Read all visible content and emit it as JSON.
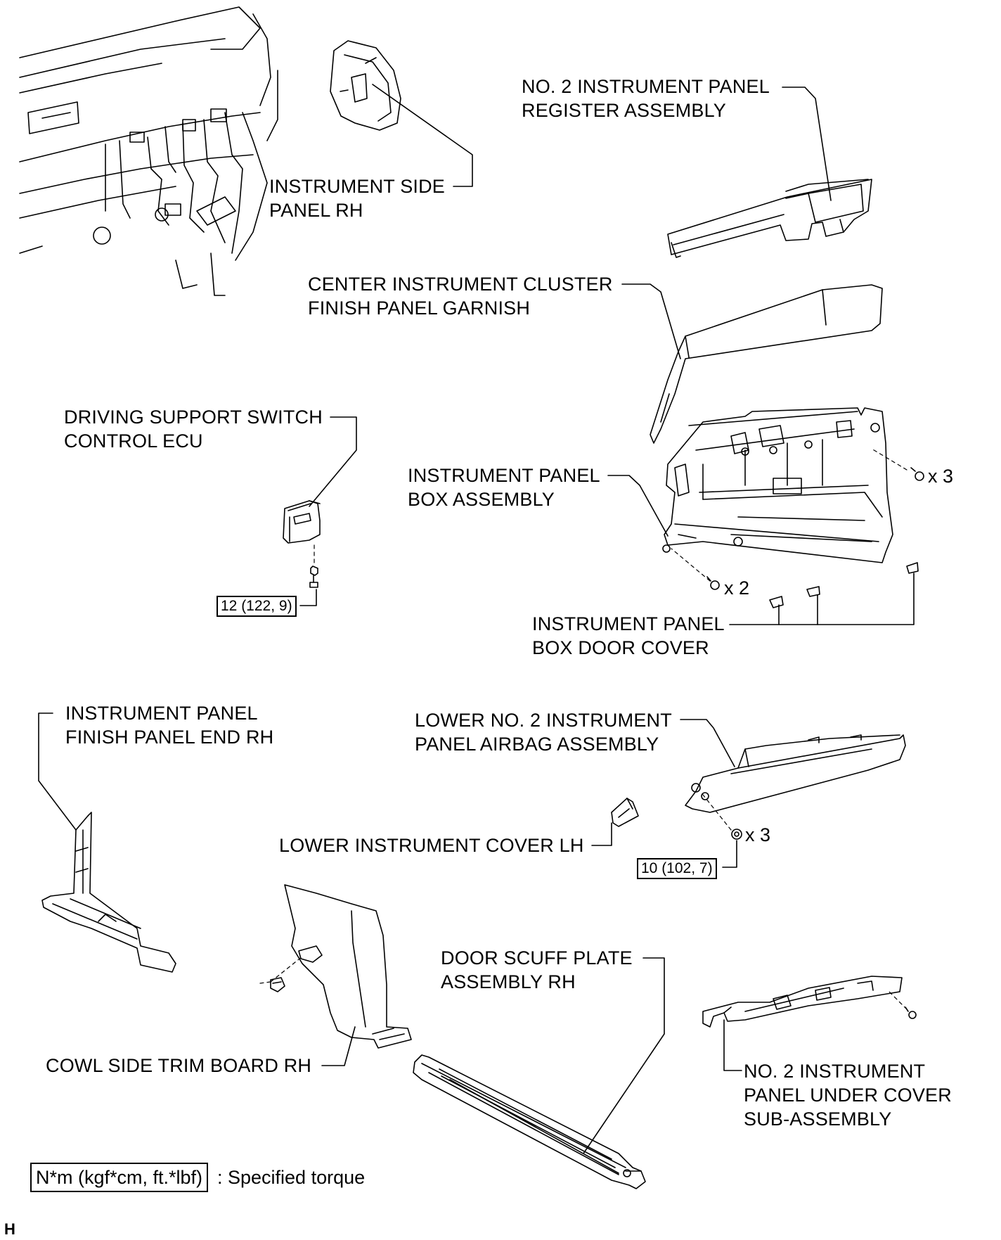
{
  "parts": {
    "instrument_side_panel_rh": {
      "line1": "INSTRUMENT SIDE",
      "line2": "PANEL RH"
    },
    "no2_register_assembly": {
      "line1": "NO. 2 INSTRUMENT PANEL",
      "line2": "REGISTER ASSEMBLY"
    },
    "center_cluster_garnish": {
      "line1": "CENTER INSTRUMENT CLUSTER",
      "line2": "FINISH PANEL GARNISH"
    },
    "driving_support_ecu": {
      "line1": "DRIVING SUPPORT SWITCH",
      "line2": "CONTROL ECU"
    },
    "instrument_panel_box": {
      "line1": "INSTRUMENT PANEL",
      "line2": "BOX ASSEMBLY"
    },
    "box_door_cover": {
      "line1": "INSTRUMENT PANEL",
      "line2": "BOX DOOR COVER"
    },
    "finish_panel_end_rh": {
      "line1": "INSTRUMENT PANEL",
      "line2": "FINISH PANEL END RH"
    },
    "lower_no2_airbag": {
      "line1": "LOWER NO. 2 INSTRUMENT",
      "line2": "PANEL AIRBAG ASSEMBLY"
    },
    "lower_cover_lh": {
      "line1": "LOWER INSTRUMENT COVER LH"
    },
    "door_scuff_plate": {
      "line1": "DOOR SCUFF PLATE",
      "line2": "ASSEMBLY RH"
    },
    "cowl_side_trim": {
      "line1": "COWL SIDE TRIM BOARD RH"
    },
    "no2_under_cover": {
      "line1": "NO. 2 INSTRUMENT",
      "line2": "PANEL UNDER COVER",
      "line3": "SUB-ASSEMBLY"
    }
  },
  "quantities": {
    "box_screws_right": "x 3",
    "box_screws_bottom": "x 2",
    "airbag_bolts": "x 3"
  },
  "torques": {
    "ecu_bolt": "12 (122, 9)",
    "airbag_bolt": "10 (102, 7)"
  },
  "legend": {
    "unit": "N*m (kgf*cm, ft.*lbf)",
    "meaning": ": Specified torque"
  },
  "figure_code": "H"
}
